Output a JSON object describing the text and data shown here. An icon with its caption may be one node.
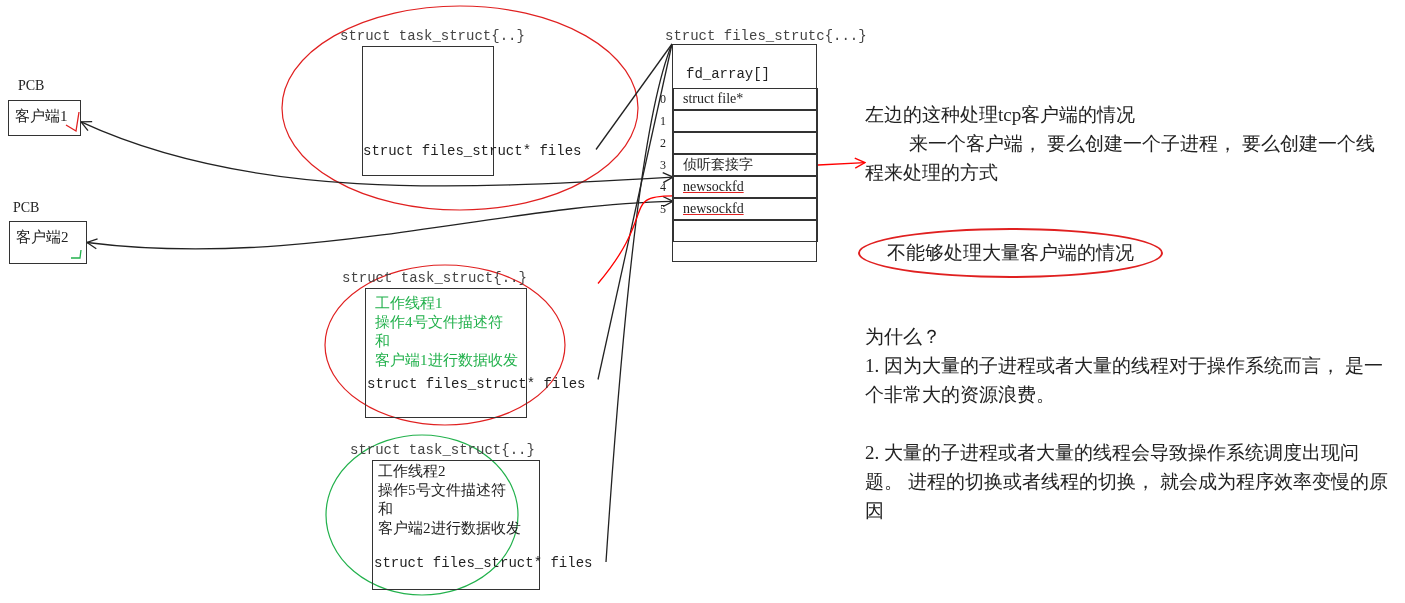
{
  "diagram": {
    "nodes": [
      {
        "text": [
          "PCB",
          "客户端1"
        ]
      },
      {
        "text": [
          "PCB",
          "客户端2"
        ]
      },
      {
        "text": [
          "struct task_struct{..}",
          "struct files_struct* files"
        ]
      },
      {
        "text": [
          "struct task_struct{..}",
          "工作线程1",
          "操作4号文件描述符",
          "和",
          "客户端1进行数据收发",
          "struct files_struct* files"
        ]
      },
      {
        "text": [
          "struct task_struct{..}",
          "工作线程2",
          "操作5号文件描述符",
          "和",
          "客户端2进行数据收发",
          "struct files_struct* files"
        ]
      },
      {
        "text": [
          "struct files_strutc{...}",
          "fd_array[]"
        ]
      },
      {
        "text": [
          "struct file*"
        ],
        "in": 5,
        "beside": [
          "0"
        ]
      },
      {
        "text": [],
        "shape": "box",
        "in": 5,
        "beside": [
          "1"
        ]
      },
      {
        "text": [],
        "shape": "box",
        "in": 5,
        "beside": [
          "2"
        ]
      },
      {
        "text": [
          "侦听套接字"
        ],
        "in": 5,
        "beside": [
          "3"
        ]
      },
      {
        "text": [
          "newsockfd"
        ],
        "in": 5,
        "beside": [
          "4"
        ]
      },
      {
        "text": [
          "newsockfd"
        ],
        "in": 5,
        "beside": [
          "5"
        ]
      },
      {
        "text": [],
        "shape": "box",
        "in": 5
      },
      {
        "text": [
          "左边的这种处理tcp客户端的情况",
          "来一个客户端， 要么创建一个子进程， 要么创建一个线程来处理的方式"
        ]
      },
      {
        "text": [
          "不能够处理大量客户端的情况"
        ]
      }
    ],
    "edges": [
      {
        "from": 2,
        "to": 5,
        "arrow": "none"
      },
      {
        "from": 3,
        "to": 5,
        "arrow": "none"
      },
      {
        "from": 4,
        "to": 5,
        "arrow": "none"
      },
      {
        "from": 0,
        "to": 10,
        "arrow": "both"
      },
      {
        "from": 1,
        "to": 11,
        "arrow": "both"
      },
      {
        "from": 9,
        "to": 13,
        "arrow": "to",
        "color": "#ff0000"
      },
      {
        "from": 3,
        "to": 10,
        "arrow": "none",
        "color": "#ff0000"
      }
    ],
    "labels": [
      "为什么？",
      "1. 因为大量的子进程或者大量的线程对于操作系统而言， 是一个非常大的资源浪费。",
      "2. 大量的子进程或者大量的线程会导致操作系统调度出现问题。 进程的切换或者线程的切换， 就会成为程序效率变慢的原因"
    ]
  }
}
